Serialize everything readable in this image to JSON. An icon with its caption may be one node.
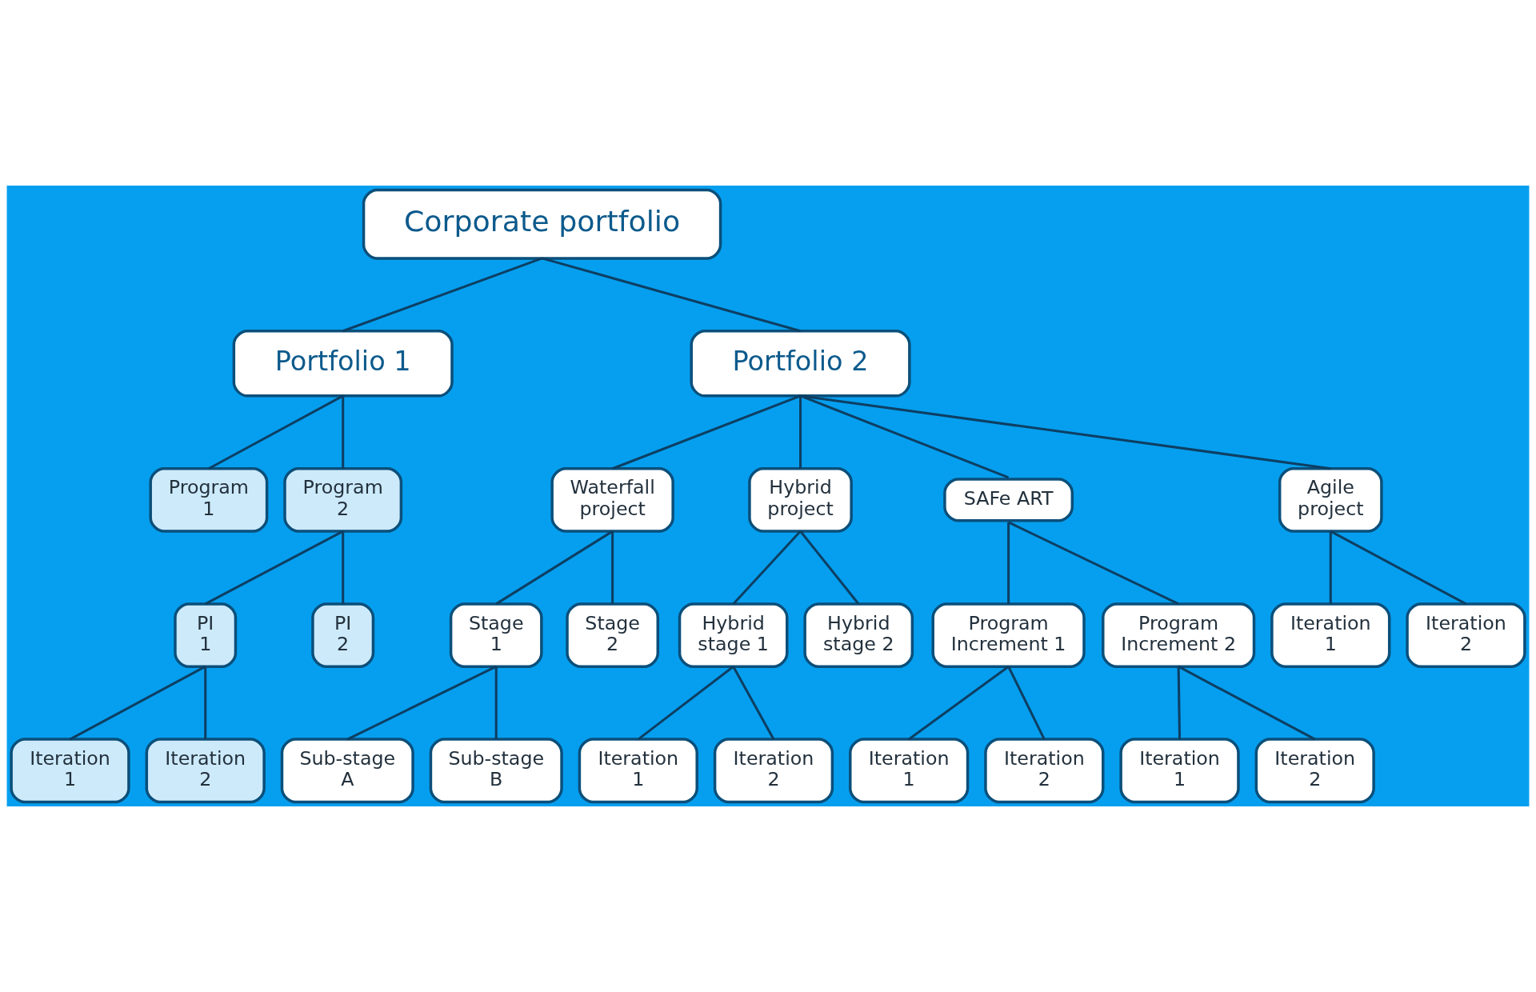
{
  "diagram": {
    "nodes": [
      {
        "text": [
          "Corporate portfolio"
        ]
      },
      {
        "text": [
          "Portfolio 1"
        ]
      },
      {
        "text": [
          "Portfolio 2"
        ]
      },
      {
        "text": [
          "Program 1"
        ]
      },
      {
        "text": [
          "Program 2"
        ]
      },
      {
        "text": [
          "Waterfall project"
        ]
      },
      {
        "text": [
          "Hybrid project"
        ]
      },
      {
        "text": [
          "SAFe ART"
        ]
      },
      {
        "text": [
          "Agile project"
        ]
      },
      {
        "text": [
          "PI 1"
        ]
      },
      {
        "text": [
          "PI 2"
        ]
      },
      {
        "text": [
          "Stage 1"
        ]
      },
      {
        "text": [
          "Stage 2"
        ]
      },
      {
        "text": [
          "Hybrid stage 1"
        ]
      },
      {
        "text": [
          "Hybrid stage 2"
        ]
      },
      {
        "text": [
          "Program Increment 1"
        ]
      },
      {
        "text": [
          "Program Increment 2"
        ]
      },
      {
        "text": [
          "Iteration 1"
        ]
      },
      {
        "text": [
          "Iteration 2"
        ]
      },
      {
        "text": [
          "Iteration 1"
        ]
      },
      {
        "text": [
          "Iteration 2"
        ]
      },
      {
        "text": [
          "Sub-stage A"
        ]
      },
      {
        "text": [
          "Sub-stage B"
        ]
      },
      {
        "text": [
          "Iteration 1"
        ]
      },
      {
        "text": [
          "Iteration 2"
        ]
      },
      {
        "text": [
          "Iteration 1"
        ]
      },
      {
        "text": [
          "Iteration 2"
        ]
      },
      {
        "text": [
          "Iteration 1"
        ]
      },
      {
        "text": [
          "Iteration 2"
        ]
      }
    ],
    "edges": [
      {
        "from": 0,
        "to": 1,
        "arrow": "none"
      },
      {
        "from": 0,
        "to": 2,
        "arrow": "none"
      },
      {
        "from": 1,
        "to": 3,
        "arrow": "none"
      },
      {
        "from": 1,
        "to": 4,
        "arrow": "none"
      },
      {
        "from": 2,
        "to": 5,
        "arrow": "none"
      },
      {
        "from": 2,
        "to": 6,
        "arrow": "none"
      },
      {
        "from": 2,
        "to": 7,
        "arrow": "none"
      },
      {
        "from": 2,
        "to": 8,
        "arrow": "none"
      },
      {
        "from": 4,
        "to": 9,
        "arrow": "none"
      },
      {
        "from": 4,
        "to": 10,
        "arrow": "none"
      },
      {
        "from": 5,
        "to": 11,
        "arrow": "none"
      },
      {
        "from": 5,
        "to": 12,
        "arrow": "none"
      },
      {
        "from": 6,
        "to": 13,
        "arrow": "none"
      },
      {
        "from": 6,
        "to": 14,
        "arrow": "none"
      },
      {
        "from": 7,
        "to": 15,
        "arrow": "none"
      },
      {
        "from": 7,
        "to": 16,
        "arrow": "none"
      },
      {
        "from": 8,
        "to": 17,
        "arrow": "none"
      },
      {
        "from": 8,
        "to": 18,
        "arrow": "none"
      },
      {
        "from": 9,
        "to": 19,
        "arrow": "none"
      },
      {
        "from": 9,
        "to": 20,
        "arrow": "none"
      },
      {
        "from": 11,
        "to": 21,
        "arrow": "none"
      },
      {
        "from": 11,
        "to": 22,
        "arrow": "none"
      },
      {
        "from": 13,
        "to": 23,
        "arrow": "none"
      },
      {
        "from": 13,
        "to": 24,
        "arrow": "none"
      },
      {
        "from": 15,
        "to": 25,
        "arrow": "none"
      },
      {
        "from": 15,
        "to": 26,
        "arrow": "none"
      },
      {
        "from": 16,
        "to": 27,
        "arrow": "none"
      },
      {
        "from": 16,
        "to": 28,
        "arrow": "none"
      }
    ]
  }
}
